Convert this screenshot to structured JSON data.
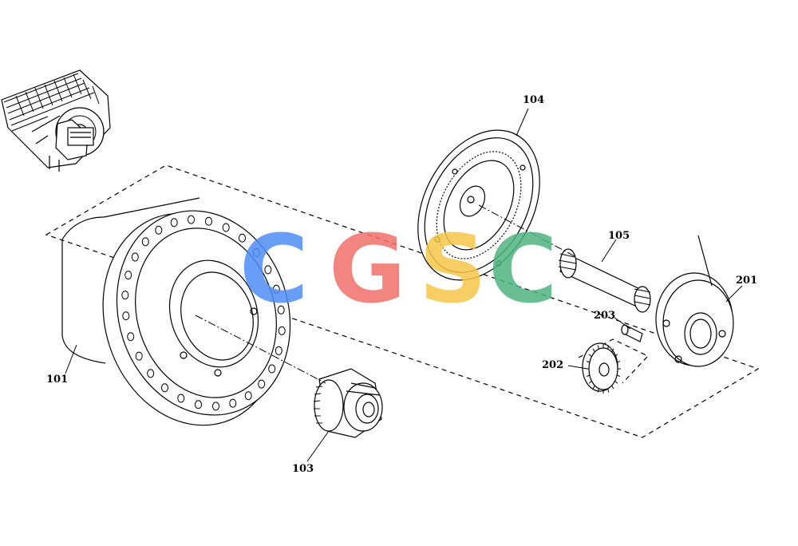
{
  "parts": [
    {
      "id": "p101",
      "label": "101"
    },
    {
      "id": "p103",
      "label": "103"
    },
    {
      "id": "p104",
      "label": "104"
    },
    {
      "id": "p105",
      "label": "105"
    },
    {
      "id": "p201",
      "label": "201"
    },
    {
      "id": "p202",
      "label": "202"
    },
    {
      "id": "p203",
      "label": "203"
    }
  ],
  "watermark": {
    "letters": [
      "C",
      "G",
      "S",
      "C"
    ],
    "colors": [
      "#4f8ef7",
      "#f0706a",
      "#f5c64a",
      "#4fb57e"
    ]
  }
}
